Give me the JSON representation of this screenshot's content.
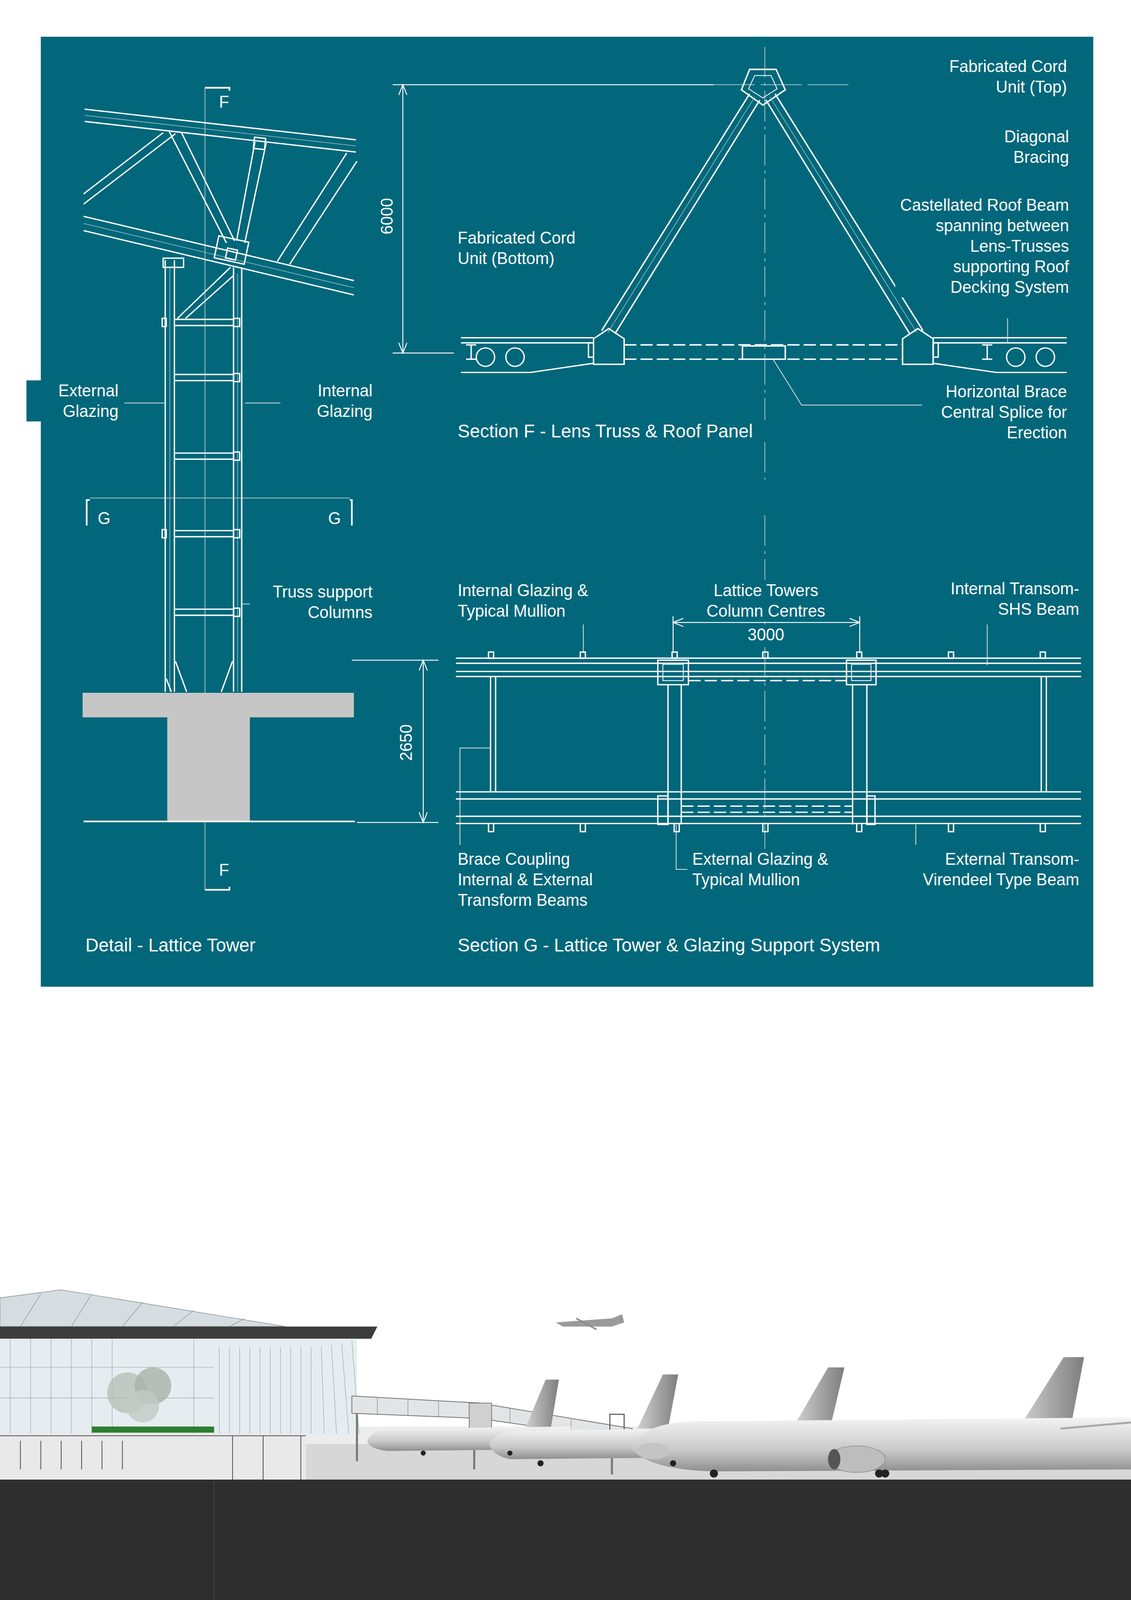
{
  "diagram": {
    "labels": [
      "F",
      "External Glazing",
      "Internal Glazing",
      "G",
      "G",
      "Truss support Columns",
      "F",
      "Detail - Lattice Tower",
      "6000",
      "Fabricated Cord Unit (Top)",
      "Diagonal Bracing",
      "Castellated Roof Beam spanning between Lens-Trusses supporting Roof Decking System",
      "Fabricated Cord Unit (Bottom)",
      "Horizontal Brace Central Splice for Erection",
      "Section F - Lens Truss & Roof Panel",
      "Internal Glazing & Typical Mullion",
      "Lattice Towers Column Centres",
      "3000",
      "Internal Transom- SHS Beam",
      "2650",
      "Brace Coupling Internal & External Transform Beams",
      "External Glazing & Typical Mullion",
      "External Transom- Virendeel Type Beam",
      "Section G - Lattice Tower & Glazing Support System"
    ]
  }
}
